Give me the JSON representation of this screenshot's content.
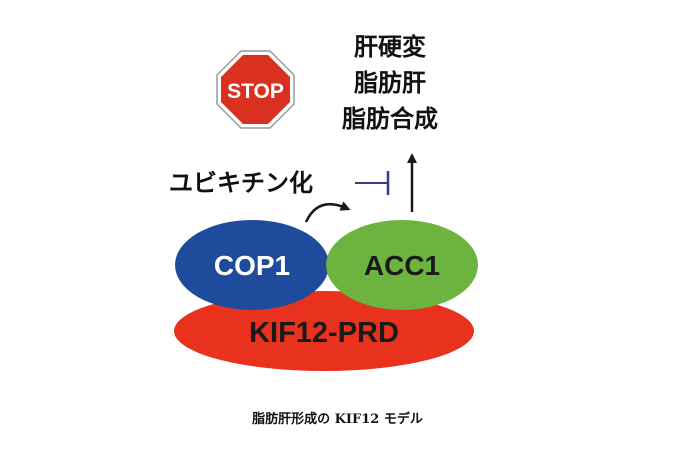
{
  "diagram": {
    "stop_sign": {
      "label": "STOP",
      "colors": {
        "fill": "#d9301f",
        "border": "#ffffff",
        "outline": "#9a9a9a",
        "text": "#ffffff"
      }
    },
    "outcomes": [
      "肝硬変",
      "脂肪肝",
      "脂肪合成"
    ],
    "ubiquitination_label": "ユビキチン化",
    "nodes": {
      "cop1": {
        "label": "COP1",
        "color": "#1e4b9c",
        "text_color": "#ffffff"
      },
      "acc1": {
        "label": "ACC1",
        "color": "#6cb33f",
        "text_color": "#1a1a1a"
      },
      "kif12": {
        "label": "KIF12-PRD",
        "color": "#e8321e",
        "text_color": "#1a1a1a"
      }
    },
    "colors": {
      "inhibition_bar": "#3a3a8c",
      "arrow": "#1a1a1a",
      "text": "#111111"
    }
  },
  "caption": "脂肪肝形成の KIF12 モデル"
}
